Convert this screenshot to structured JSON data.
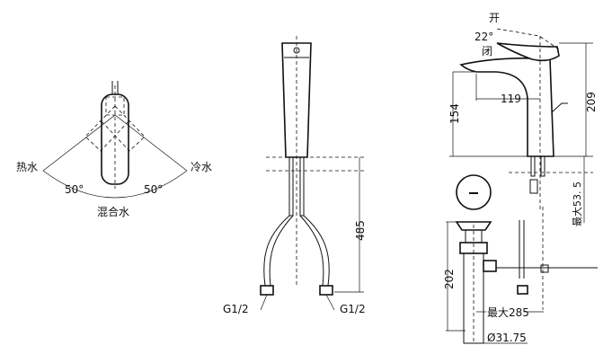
{
  "top_view": {
    "hot_label": "热水",
    "cold_label": "冷水",
    "angle_left": "50°",
    "angle_right": "50°",
    "mix_label": "混合水"
  },
  "front_view": {
    "height_dim": "485",
    "thread_left": "G1/2",
    "thread_right": "G1/2"
  },
  "side_view": {
    "open_label": "开",
    "angle": "22°",
    "close_label": "闭",
    "reach_dim": "119",
    "spout_height_dim": "154",
    "total_height_dim": "209",
    "max_thickness_dim": "最大53. 5"
  },
  "drain": {
    "height_dim": "202",
    "max_distance_dim": "最大285",
    "diameter_dim": "Ø31.75"
  }
}
